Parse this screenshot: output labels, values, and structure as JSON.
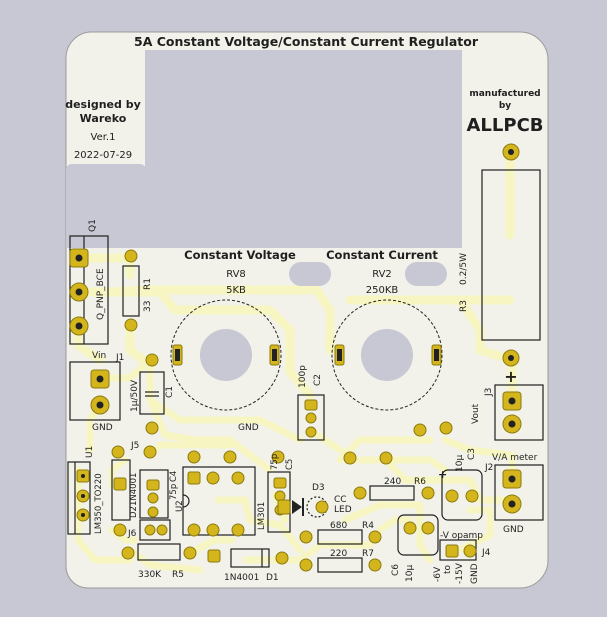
{
  "colors": {
    "background": "#c7c8d3",
    "board": "#f2f2ea",
    "trace": "#f7f5c2",
    "pad": "#d4b61c",
    "pad_outline": "#8a7a10",
    "hole": "#a8a8b6",
    "silk": "#1f1f1f"
  },
  "board": {
    "title": "5A Constant Voltage/Constant Current Regulator",
    "designed_by": "designed by",
    "designer": "Wareko",
    "version": "Ver.1",
    "date": "2022-07-29",
    "manufactured_by": "manufactured",
    "manufactured_by2": "by",
    "manufacturer": "ALLPCB"
  },
  "labels": {
    "constant_voltage": "Constant Voltage",
    "constant_current": "Constant Current",
    "rv8": "RV8",
    "rv8_value": "5KB",
    "rv2": "RV2",
    "rv2_value": "250KB",
    "q1": "Q1",
    "q1_part": "Q_PNP_BCE",
    "r1": "R1",
    "r1_value": "33",
    "vin": "Vin",
    "j1": "J1",
    "gnd_j1": "GND",
    "c1": "C1",
    "c1_value": "1μ/50V",
    "c2": "C2",
    "c2_value": "100p",
    "gnd_mid": "GND",
    "u1": "U1",
    "u1_part": "LM350_TO220",
    "j5": "J5",
    "d2": "D2",
    "d2_part": "1N4001",
    "c4": "C4",
    "c4_value": "75p",
    "u2": "U2",
    "u2_part": "LM301",
    "c5": "C5",
    "c5_value": "75p",
    "d3": "D3",
    "cc": "CC",
    "led": "LED",
    "r6_value": "240",
    "r6": "R6",
    "r4_value": "680",
    "r4": "R4",
    "r7_value": "220",
    "r7": "R7",
    "j6": "J6",
    "r5_value": "330K",
    "r5": "R5",
    "d1_part": "1N4001",
    "d1": "D1",
    "r3": "R3",
    "r3_value": "0.2/5W",
    "j3": "J3",
    "vout": "Vout",
    "plus": "+",
    "va_meter": "V/A meter",
    "j2": "J2",
    "gnd_j2": "GND",
    "c3": "C3",
    "c3_value": "10μ",
    "c3_plus": "+",
    "c6": "C6",
    "c6_value": "10μ",
    "v_opamp": "-V opamp",
    "j4": "J4",
    "minus6v": "-6V",
    "to": "to",
    "minus15v": "-15V",
    "gnd_j4": "GND"
  }
}
